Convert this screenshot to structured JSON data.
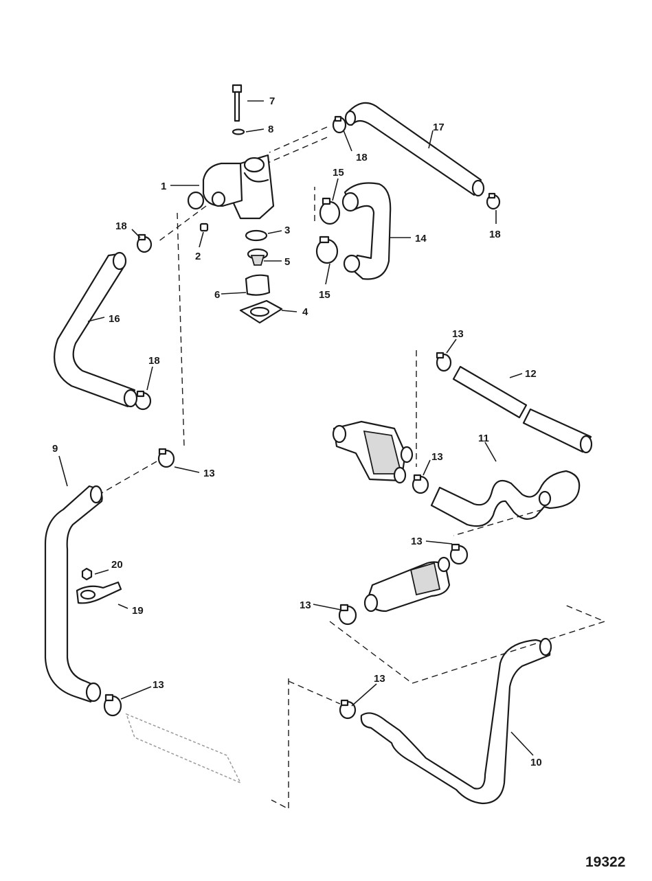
{
  "figure_number": "19322",
  "callouts": [
    {
      "id": "c1",
      "text": "1"
    },
    {
      "id": "c2",
      "text": "2"
    },
    {
      "id": "c3",
      "text": "3"
    },
    {
      "id": "c4",
      "text": "4"
    },
    {
      "id": "c5",
      "text": "5"
    },
    {
      "id": "c6",
      "text": "6"
    },
    {
      "id": "c7",
      "text": "7"
    },
    {
      "id": "c8",
      "text": "8"
    },
    {
      "id": "c9",
      "text": "9"
    },
    {
      "id": "c10",
      "text": "10"
    },
    {
      "id": "c11",
      "text": "11"
    },
    {
      "id": "c12",
      "text": "12"
    },
    {
      "id": "c13a",
      "text": "13"
    },
    {
      "id": "c13b",
      "text": "13"
    },
    {
      "id": "c13c",
      "text": "13"
    },
    {
      "id": "c13d",
      "text": "13"
    },
    {
      "id": "c13e",
      "text": "13"
    },
    {
      "id": "c13f",
      "text": "13"
    },
    {
      "id": "c13g",
      "text": "13"
    },
    {
      "id": "c14",
      "text": "14"
    },
    {
      "id": "c15a",
      "text": "15"
    },
    {
      "id": "c15b",
      "text": "15"
    },
    {
      "id": "c16",
      "text": "16"
    },
    {
      "id": "c17",
      "text": "17"
    },
    {
      "id": "c18a",
      "text": "18"
    },
    {
      "id": "c18b",
      "text": "18"
    },
    {
      "id": "c18c",
      "text": "18"
    },
    {
      "id": "c18d",
      "text": "18"
    },
    {
      "id": "c19",
      "text": "19"
    },
    {
      "id": "c20",
      "text": "20"
    }
  ]
}
